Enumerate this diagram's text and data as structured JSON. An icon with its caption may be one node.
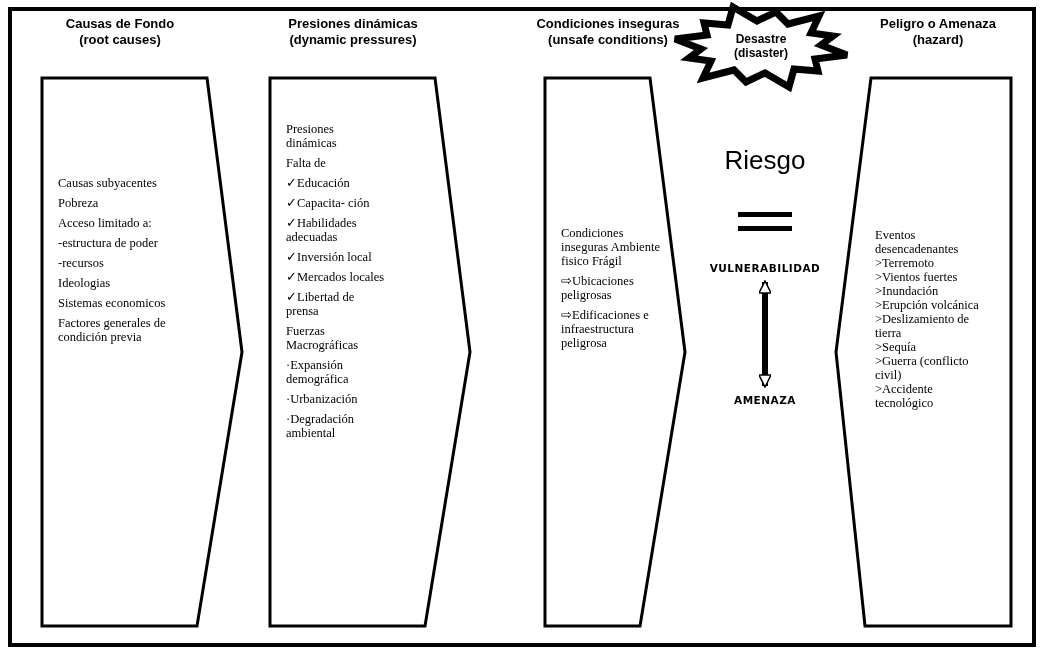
{
  "diagram": {
    "nodes": [
      {
        "text": [
          "Causas de Fondo (root causes)",
          "Causas subyacentes",
          "Pobreza",
          "Acceso limitado a:",
          "-estructura de poder",
          "-recursos",
          "Ideologias",
          "Sistemas economicos",
          "Factores generales de condición previa"
        ]
      },
      {
        "text": [
          "Presiones dinámicas (dynamic pressures)",
          "Presiones dinámicas",
          "Falta de",
          "✓Educación",
          "✓Capacita- ción",
          "✓Habilidades adecuadas",
          "✓Inversión local",
          "✓Mercados locales",
          "✓Libertad de prensa",
          "Fuerzas Macrográficas",
          "·Expansión demográfica",
          "·Urbanización",
          "·Degradación ambiental"
        ]
      },
      {
        "text": [
          "Condiciones inseguras (unsafe conditions)",
          "Condiciones inseguras Ambiente fisico Frágil",
          "⇨Ubicaciones peligrosas",
          "⇨Edificaciones e infraestructura peligrosa"
        ]
      },
      {
        "text": [
          "Desastre (disaster)"
        ]
      },
      {
        "text": [
          "VULNERABILIDAD"
        ]
      },
      {
        "text": [
          "AMENAZA"
        ]
      },
      {
        "text": [
          "Peligro o Amenaza (hazard)",
          "Eventos desencadenantes",
          ">Terremoto",
          ">Vientos fuertes",
          ">Inundación",
          ">Erupción volcánica",
          ">Deslizamiento de tierra",
          ">Sequía",
          ">Guerra (conflicto civil)",
          ">Accidente tecnológico"
        ]
      }
    ],
    "edges": [
      {
        "from": 4,
        "to": 5,
        "arrow": "both"
      }
    ],
    "labels": [
      "Riesgo"
    ]
  }
}
